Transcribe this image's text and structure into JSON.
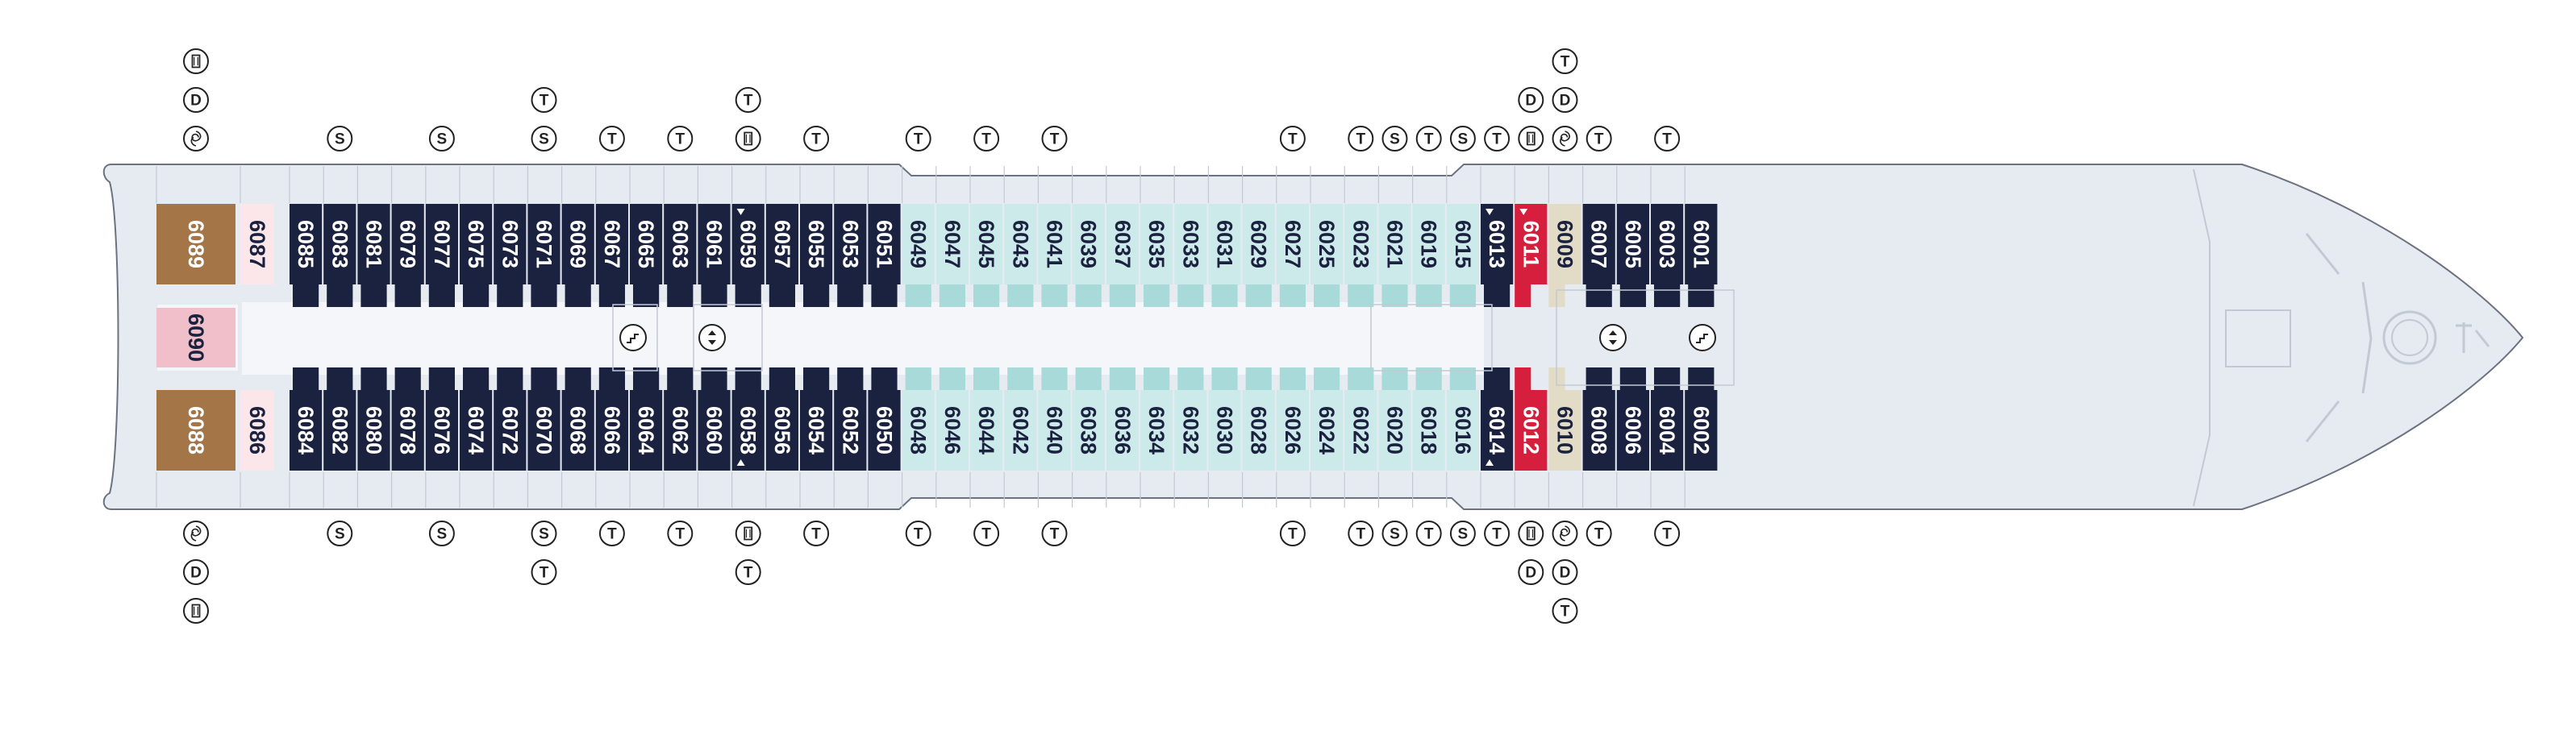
{
  "colors": {
    "hull": "#e6ebf2",
    "hull_stroke": "#6c7280",
    "navy": "#1b2240",
    "navy_block": "#1b2240",
    "teal": "#cdeaea",
    "teal_block": "#a9dada",
    "red": "#d61f3c",
    "tan": "#e2dcc6",
    "brown": "#a37547",
    "pink": "#f0bfca",
    "pink_light": "#fbe6ea",
    "corridor": "#f4f6f9",
    "line": "#c3c9d2",
    "symbol_stroke": "#222222"
  },
  "legend_symbols": {
    "T": "two-twin-beds",
    "S": "sofa-bed",
    "D": "double-bed",
    "spa": "spa-bath-icon",
    "bath": "bathtub-icon",
    "stair": "stairs-icon",
    "lift": "elevator-icon"
  },
  "cabins": {
    "top": [
      {
        "n": "6089",
        "type": "brown"
      },
      {
        "n": "6087",
        "type": "pinklight"
      },
      {
        "n": "6085",
        "type": "navy"
      },
      {
        "n": "6083",
        "type": "navy"
      },
      {
        "n": "6081",
        "type": "navy"
      },
      {
        "n": "6079",
        "type": "navy"
      },
      {
        "n": "6077",
        "type": "navy"
      },
      {
        "n": "6075",
        "type": "navy"
      },
      {
        "n": "6073",
        "type": "navy"
      },
      {
        "n": "6071",
        "type": "navy"
      },
      {
        "n": "6069",
        "type": "navy"
      },
      {
        "n": "6067",
        "type": "navy"
      },
      {
        "n": "6065",
        "type": "navy"
      },
      {
        "n": "6063",
        "type": "navy"
      },
      {
        "n": "6061",
        "type": "navy"
      },
      {
        "n": "6059",
        "type": "navy"
      },
      {
        "n": "6057",
        "type": "navy"
      },
      {
        "n": "6055",
        "type": "navy"
      },
      {
        "n": "6053",
        "type": "navy"
      },
      {
        "n": "6051",
        "type": "navy"
      },
      {
        "n": "6049",
        "type": "teal"
      },
      {
        "n": "6047",
        "type": "teal"
      },
      {
        "n": "6045",
        "type": "teal"
      },
      {
        "n": "6043",
        "type": "teal"
      },
      {
        "n": "6041",
        "type": "teal"
      },
      {
        "n": "6039",
        "type": "teal"
      },
      {
        "n": "6037",
        "type": "teal"
      },
      {
        "n": "6035",
        "type": "teal"
      },
      {
        "n": "6033",
        "type": "teal"
      },
      {
        "n": "6031",
        "type": "teal"
      },
      {
        "n": "6029",
        "type": "teal"
      },
      {
        "n": "6027",
        "type": "teal"
      },
      {
        "n": "6025",
        "type": "teal"
      },
      {
        "n": "6023",
        "type": "teal"
      },
      {
        "n": "6021",
        "type": "teal"
      },
      {
        "n": "6019",
        "type": "teal"
      },
      {
        "n": "6015",
        "type": "teal"
      },
      {
        "n": "6013",
        "type": "navy"
      },
      {
        "n": "6011",
        "type": "red"
      },
      {
        "n": "6009",
        "type": "tan"
      },
      {
        "n": "6007",
        "type": "navy"
      },
      {
        "n": "6005",
        "type": "navy"
      },
      {
        "n": "6003",
        "type": "navy"
      },
      {
        "n": "6001",
        "type": "navy"
      }
    ],
    "middle": [
      {
        "n": "6090",
        "type": "pink"
      }
    ],
    "bottom": [
      {
        "n": "6088",
        "type": "brown"
      },
      {
        "n": "6086",
        "type": "pinklight"
      },
      {
        "n": "6084",
        "type": "navy"
      },
      {
        "n": "6082",
        "type": "navy"
      },
      {
        "n": "6080",
        "type": "navy"
      },
      {
        "n": "6078",
        "type": "navy"
      },
      {
        "n": "6076",
        "type": "navy"
      },
      {
        "n": "6074",
        "type": "navy"
      },
      {
        "n": "6072",
        "type": "navy"
      },
      {
        "n": "6070",
        "type": "navy"
      },
      {
        "n": "6068",
        "type": "navy"
      },
      {
        "n": "6066",
        "type": "navy"
      },
      {
        "n": "6064",
        "type": "navy"
      },
      {
        "n": "6062",
        "type": "navy"
      },
      {
        "n": "6060",
        "type": "navy"
      },
      {
        "n": "6058",
        "type": "navy"
      },
      {
        "n": "6056",
        "type": "navy"
      },
      {
        "n": "6054",
        "type": "navy"
      },
      {
        "n": "6052",
        "type": "navy"
      },
      {
        "n": "6050",
        "type": "navy"
      },
      {
        "n": "6048",
        "type": "teal"
      },
      {
        "n": "6046",
        "type": "teal"
      },
      {
        "n": "6044",
        "type": "teal"
      },
      {
        "n": "6042",
        "type": "teal"
      },
      {
        "n": "6040",
        "type": "teal"
      },
      {
        "n": "6038",
        "type": "teal"
      },
      {
        "n": "6036",
        "type": "teal"
      },
      {
        "n": "6034",
        "type": "teal"
      },
      {
        "n": "6032",
        "type": "teal"
      },
      {
        "n": "6030",
        "type": "teal"
      },
      {
        "n": "6028",
        "type": "teal"
      },
      {
        "n": "6026",
        "type": "teal"
      },
      {
        "n": "6024",
        "type": "teal"
      },
      {
        "n": "6022",
        "type": "teal"
      },
      {
        "n": "6020",
        "type": "teal"
      },
      {
        "n": "6018",
        "type": "teal"
      },
      {
        "n": "6016",
        "type": "teal"
      },
      {
        "n": "6014",
        "type": "navy"
      },
      {
        "n": "6012",
        "type": "red"
      },
      {
        "n": "6010",
        "type": "tan"
      },
      {
        "n": "6008",
        "type": "navy"
      },
      {
        "n": "6006",
        "type": "navy"
      },
      {
        "n": "6004",
        "type": "navy"
      },
      {
        "n": "6002",
        "type": "navy"
      }
    ]
  },
  "symbols_top": [
    {
      "cabin": "6089",
      "syms": [
        "bath",
        "D",
        "spa"
      ]
    },
    {
      "cabin": "6083",
      "syms": [
        "S"
      ]
    },
    {
      "cabin": "6077",
      "syms": [
        "S"
      ]
    },
    {
      "cabin": "6071",
      "syms": [
        "T",
        "S"
      ]
    },
    {
      "cabin": "6067",
      "syms": [
        "T"
      ]
    },
    {
      "cabin": "6063",
      "syms": [
        "T"
      ]
    },
    {
      "cabin": "6059",
      "syms": [
        "T",
        "bath"
      ]
    },
    {
      "cabin": "6055",
      "syms": [
        "T"
      ]
    },
    {
      "cabin": "6049",
      "syms": [
        "T"
      ]
    },
    {
      "cabin": "6045",
      "syms": [
        "T"
      ]
    },
    {
      "cabin": "6041",
      "syms": [
        "T"
      ]
    },
    {
      "cabin": "6027",
      "syms": [
        "T"
      ]
    },
    {
      "cabin": "6023",
      "syms": [
        "T"
      ]
    },
    {
      "cabin": "6021",
      "syms": [
        "S"
      ]
    },
    {
      "cabin": "6019",
      "syms": [
        "T"
      ]
    },
    {
      "cabin": "6015",
      "syms": [
        "S"
      ]
    },
    {
      "cabin": "6013",
      "syms": [
        "T"
      ]
    },
    {
      "cabin": "6011",
      "syms": [
        "D",
        "bath"
      ]
    },
    {
      "cabin": "6009",
      "syms": [
        "T",
        "D",
        "spa"
      ]
    },
    {
      "cabin": "6007",
      "syms": [
        "T"
      ]
    },
    {
      "cabin": "6003",
      "syms": [
        "T"
      ]
    }
  ],
  "symbols_bottom": [
    {
      "cabin": "6088",
      "syms": [
        "spa",
        "D",
        "bath"
      ]
    },
    {
      "cabin": "6082",
      "syms": [
        "S"
      ]
    },
    {
      "cabin": "6076",
      "syms": [
        "S"
      ]
    },
    {
      "cabin": "6070",
      "syms": [
        "S",
        "T"
      ]
    },
    {
      "cabin": "6066",
      "syms": [
        "T"
      ]
    },
    {
      "cabin": "6062",
      "syms": [
        "T"
      ]
    },
    {
      "cabin": "6058",
      "syms": [
        "bath",
        "T"
      ]
    },
    {
      "cabin": "6054",
      "syms": [
        "T"
      ]
    },
    {
      "cabin": "6048",
      "syms": [
        "T"
      ]
    },
    {
      "cabin": "6044",
      "syms": [
        "T"
      ]
    },
    {
      "cabin": "6040",
      "syms": [
        "T"
      ]
    },
    {
      "cabin": "6026",
      "syms": [
        "T"
      ]
    },
    {
      "cabin": "6022",
      "syms": [
        "T"
      ]
    },
    {
      "cabin": "6020",
      "syms": [
        "S"
      ]
    },
    {
      "cabin": "6018",
      "syms": [
        "T"
      ]
    },
    {
      "cabin": "6016",
      "syms": [
        "S"
      ]
    },
    {
      "cabin": "6014",
      "syms": [
        "T"
      ]
    },
    {
      "cabin": "6012",
      "syms": [
        "bath",
        "D"
      ]
    },
    {
      "cabin": "6010",
      "syms": [
        "spa",
        "D",
        "T"
      ]
    },
    {
      "cabin": "6008",
      "syms": [
        "T"
      ]
    },
    {
      "cabin": "6004",
      "syms": [
        "T"
      ]
    }
  ],
  "triangle_markers": [
    "6059",
    "6013",
    "6011",
    "6058",
    "6014"
  ],
  "service_icons": [
    "stairs-icon",
    "elevator-icon",
    "elevator-icon",
    "stairs-icon"
  ]
}
